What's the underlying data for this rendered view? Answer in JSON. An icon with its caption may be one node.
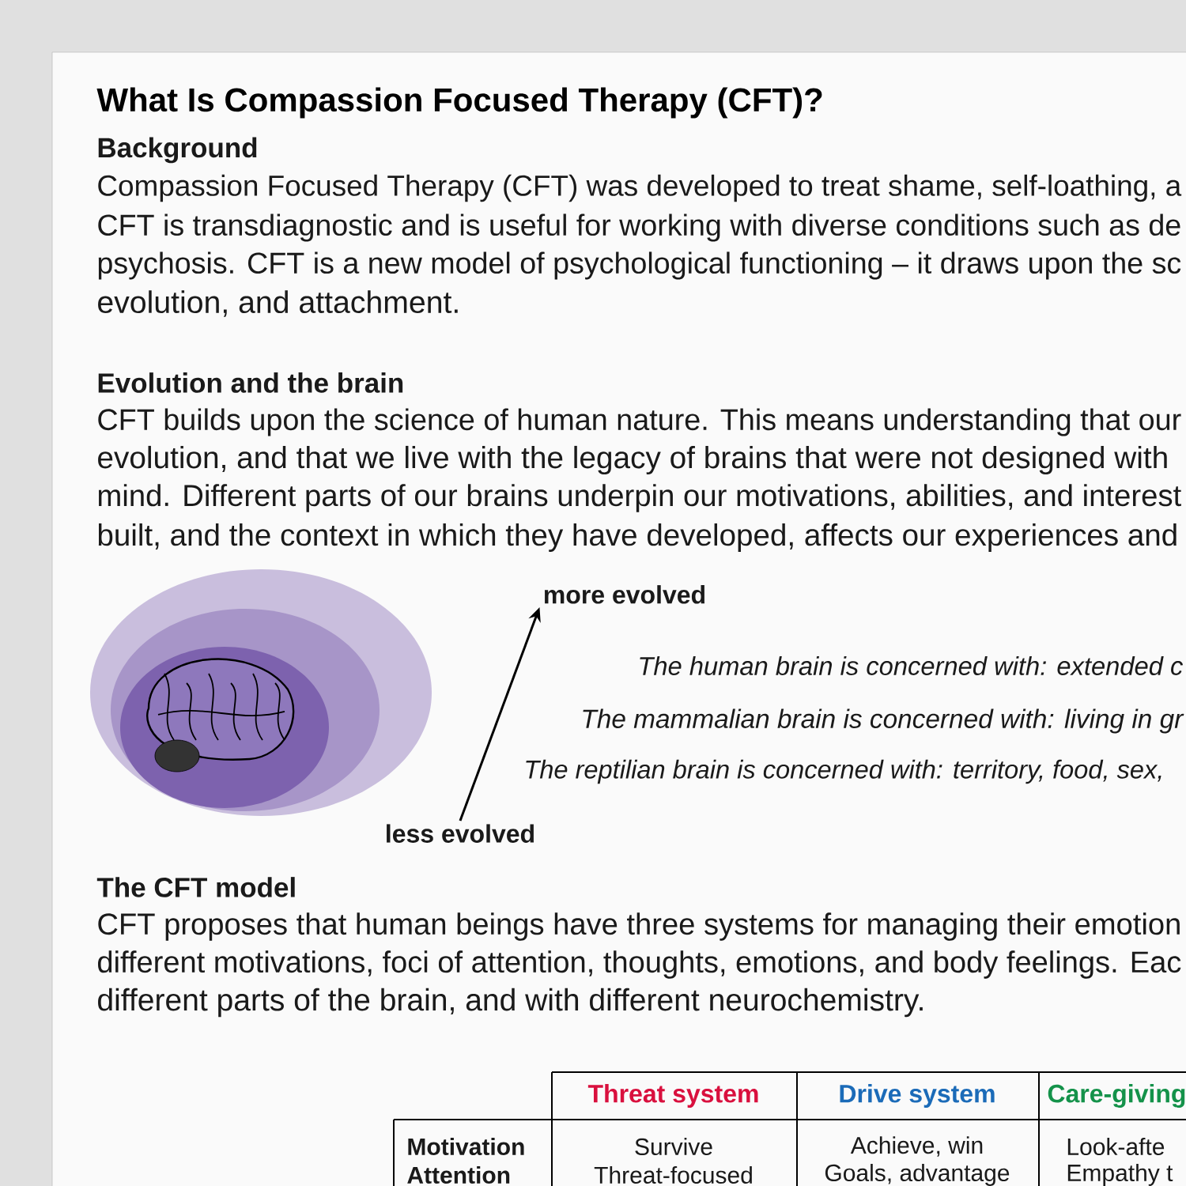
{
  "diagram": {
    "title": "What Is Compassion Focused Therapy (CFT)?",
    "nodes": [
      {
        "text": [
          "less evolved"
        ]
      },
      {
        "text": [
          "more evolved"
        ]
      }
    ],
    "edges": [
      {
        "from": 0,
        "to": 1,
        "arrow": "to"
      }
    ],
    "labels": [
      "Background",
      "Compassion Focused Therapy (CFT) was developed to treat shame, self-loathing, a",
      "CFT is transdiagnostic and is useful for working with diverse conditions such as de",
      "psychosis. CFT is a new model of psychological functioning – it draws upon the sc",
      "evolution, and attachment.",
      "Evolution and the brain",
      "CFT builds upon the science of human nature. This means understanding that our",
      "evolution, and that we live with the legacy of brains that were not designed with",
      "mind. Different parts of our brains underpin our motivations, abilities, and interest",
      "built, and the context in which they have developed, affects our experiences and",
      "The human brain is concerned with: extended c",
      "The mammalian brain is concerned with: living in gr",
      "The reptilian brain is concerned with: territory, food, sex,",
      "The CFT model",
      "CFT proposes that human beings have three systems for managing their emotion",
      "different motivations, foci of attention, thoughts, emotions, and body feelings. Eac",
      "different parts of the brain, and with different neurochemistry.",
      "Threat system",
      "Drive system",
      "Care-giving",
      "Motivation",
      "Survive",
      "Achieve, win",
      "Look-afte",
      "Attention",
      "Threat-focused",
      "Goals, advantage",
      "Empathy t"
    ]
  }
}
